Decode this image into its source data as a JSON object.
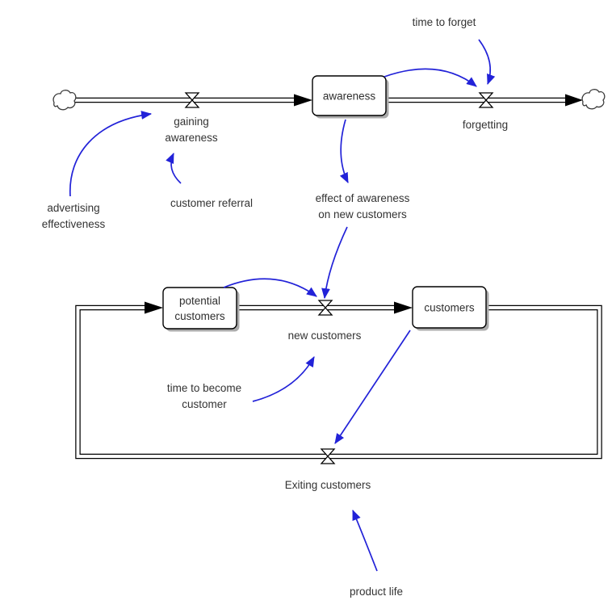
{
  "stocks": [
    {
      "id": "awareness",
      "label": "awareness"
    },
    {
      "id": "potential-customers",
      "label": "potential\ncustomers"
    },
    {
      "id": "customers",
      "label": "customers"
    }
  ],
  "flows": [
    {
      "id": "gaining-awareness",
      "label": "gaining\nawareness"
    },
    {
      "id": "forgetting",
      "label": "forgetting"
    },
    {
      "id": "new-customers",
      "label": "new customers"
    },
    {
      "id": "exiting-customers",
      "label": "Exiting customers"
    }
  ],
  "variables": [
    {
      "id": "time-to-forget",
      "label": "time to forget"
    },
    {
      "id": "advertising-effectiveness",
      "label": "advertising\neffectiveness"
    },
    {
      "id": "customer-referral",
      "label": "customer referral"
    },
    {
      "id": "effect-of-awareness",
      "label": "effect of awareness\non new customers"
    },
    {
      "id": "time-to-become-customer",
      "label": "time to become\ncustomer"
    },
    {
      "id": "product-life",
      "label": "product life"
    }
  ],
  "connectors": [
    {
      "from": "advertising-effectiveness",
      "to": "gaining-awareness"
    },
    {
      "from": "customer-referral",
      "to": "gaining-awareness"
    },
    {
      "from": "awareness",
      "to": "forgetting"
    },
    {
      "from": "time-to-forget",
      "to": "forgetting"
    },
    {
      "from": "awareness",
      "to": "effect-of-awareness"
    },
    {
      "from": "effect-of-awareness",
      "to": "new-customers"
    },
    {
      "from": "potential-customers",
      "to": "new-customers"
    },
    {
      "from": "time-to-become-customer",
      "to": "new-customers"
    },
    {
      "from": "customers",
      "to": "exiting-customers"
    },
    {
      "from": "product-life",
      "to": "exiting-customers"
    }
  ],
  "colors": {
    "connector_blue": "#2222d8",
    "flow_black": "#000000",
    "text": "#333333",
    "stock_fill": "#ffffff",
    "stock_shadow": "#ababab"
  }
}
